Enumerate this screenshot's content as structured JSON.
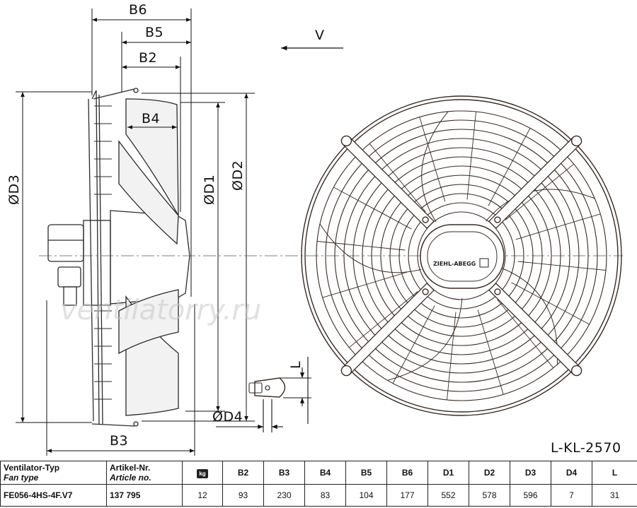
{
  "drawing": {
    "labels": {
      "b6": "B6",
      "b5": "B5",
      "b2": "B2",
      "b4": "B4",
      "b3": "B3",
      "d1": "ØD1",
      "d2": "ØD2",
      "d3": "ØD3",
      "d4": "ØD4",
      "v": "V",
      "l": "L"
    },
    "drawing_id": "L-KL-2570",
    "logo_text": "ZIEHL-ABEGG",
    "watermark": "ventilatorry.ru"
  },
  "table": {
    "header": {
      "fan_type_de": "Ventilator-Typ",
      "fan_type_en": "Fan type",
      "article_de": "Artikel-Nr.",
      "article_en": "Article no.",
      "weight_icon": "kg",
      "cols": [
        "B2",
        "B3",
        "B4",
        "B5",
        "B6",
        "D1",
        "D2",
        "D3",
        "D4",
        "L"
      ]
    },
    "row": {
      "fan_type": "FE056-4HS-4F.V7",
      "article": "137 795",
      "weight": "12",
      "values": [
        "93",
        "230",
        "83",
        "104",
        "177",
        "552",
        "578",
        "596",
        "7",
        "31"
      ]
    }
  },
  "colors": {
    "line": "#111111",
    "part": "#3a2a22",
    "watermark": "#c8c8c8"
  }
}
